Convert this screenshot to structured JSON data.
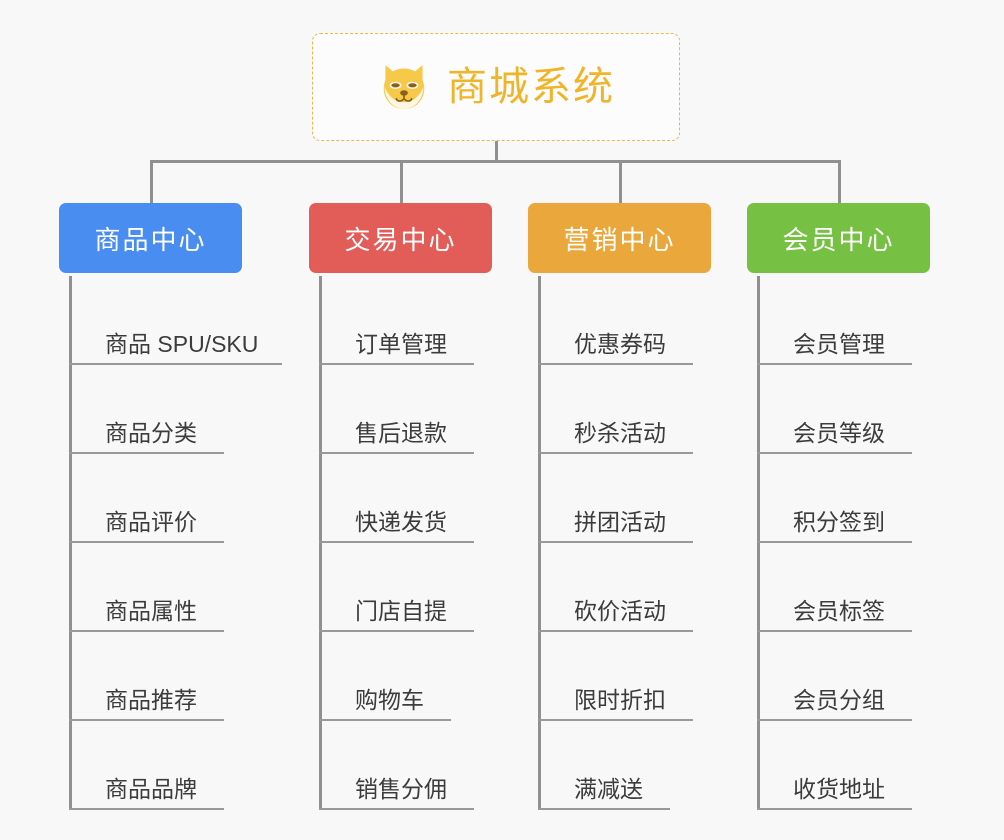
{
  "diagram": {
    "type": "org-tree",
    "background_color": "#f8f8f8",
    "connector_color": "#909090",
    "root": {
      "title": "商城系统",
      "logo_icon": "shiba-dog-face-icon",
      "border_color": "#e8b84b",
      "text_color": "#f0b429",
      "background_color": "#fcfcfc"
    },
    "branches": [
      {
        "label": "商品中心",
        "color": "#4a8df0",
        "items": [
          "商品 SPU/SKU",
          "商品分类",
          "商品评价",
          "商品属性",
          "商品推荐",
          "商品品牌"
        ]
      },
      {
        "label": "交易中心",
        "color": "#e25c58",
        "items": [
          "订单管理",
          "售后退款",
          "快递发货",
          "门店自提",
          "购物车",
          "销售分佣"
        ]
      },
      {
        "label": "营销中心",
        "color": "#eaa83c",
        "items": [
          "优惠券码",
          "秒杀活动",
          "拼团活动",
          "砍价活动",
          "限时折扣",
          "满减送"
        ]
      },
      {
        "label": "会员中心",
        "color": "#76c043",
        "items": [
          "会员管理",
          "会员等级",
          "积分签到",
          "会员标签",
          "会员分组",
          "收货地址"
        ]
      }
    ]
  }
}
